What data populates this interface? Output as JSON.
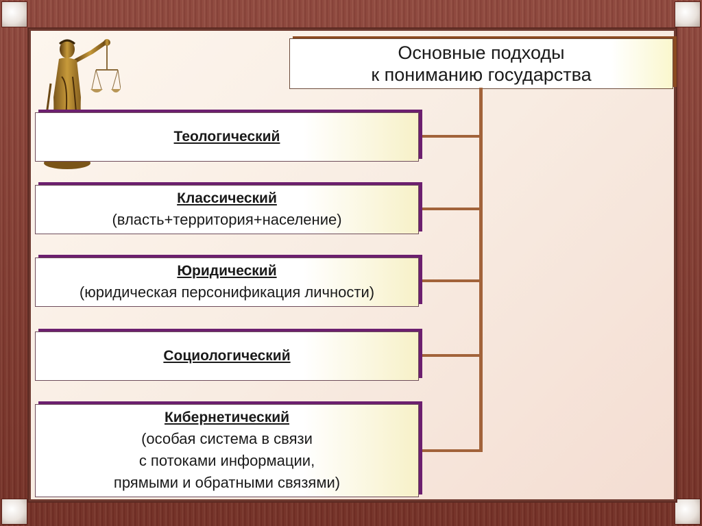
{
  "title": {
    "line1": "Основные подходы",
    "line2": "к пониманию государства"
  },
  "approaches": [
    {
      "name": "Теологический",
      "desc": []
    },
    {
      "name": "Классический",
      "desc": [
        "(власть+территория+население)"
      ]
    },
    {
      "name": "Юридический",
      "desc": [
        "(юридическая персонификация личности)"
      ]
    },
    {
      "name": "Социологический",
      "desc": []
    },
    {
      "name": "Кибернетический",
      "desc": [
        "(особая система в связи",
        "с потоками информации,",
        "прямыми и обратными связями)"
      ]
    }
  ],
  "colors": {
    "frame": "#8a3c32",
    "box_shadow": "#6c1f6f",
    "connector": "#a2633a",
    "title_shadow": "#8b4a20"
  },
  "icons": {
    "statue": "themis-justice-statue-icon"
  }
}
